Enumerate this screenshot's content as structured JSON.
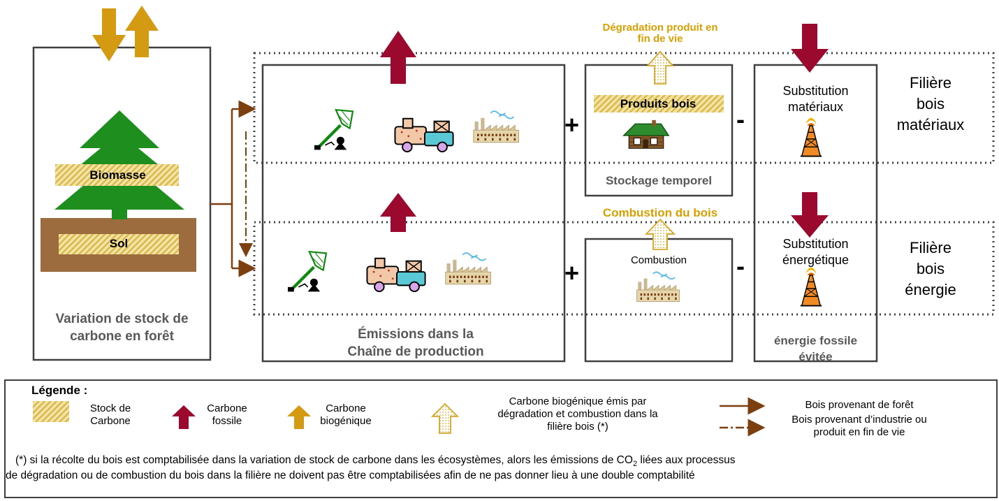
{
  "forest": {
    "biomasse": "Biomasse",
    "sol": "Sol",
    "caption": "Variation de stock de\ncarbone en forêt"
  },
  "production": {
    "caption": "Émissions  dans la\nChaîne de production"
  },
  "storage": {
    "top_label": "Dégradation produit en\nfin de vie",
    "produits": "Produits bois",
    "caption": "Stockage temporel",
    "combustion_label": "Combustion du bois",
    "combustion_box": "Combustion"
  },
  "substitution": {
    "materiaux": "Substitution\nmatériaux",
    "energetique": "Substitution\nénergétique",
    "caption": "énergie fossile\névitée"
  },
  "operators": {
    "plus": "+",
    "minus": "-"
  },
  "filieres": {
    "materiaux": "Filière\nbois\nmatériaux",
    "energie": "Filière\nbois\nénergie"
  },
  "legend": {
    "title": "Légende :",
    "stock": "Stock de\nCarbone",
    "fossile": "Carbone\nfossile",
    "biogenique": "Carbone\nbiogénique",
    "biogenique_emis": "Carbone biogénique émis  par\ndégradation et combustion dans la\nfilière bois (*)",
    "bois_foret": "Bois provenant de forêt",
    "bois_industrie": "Bois provenant d’industrie ou\nproduit en fin de vie",
    "note_line1_before": "(*) si la récolte du bois est comptabilisée dans la variation  de stock de carbone dans les écosystèmes, alors les émissions de CO",
    "note_subscript": "2",
    "note_line1_after": " liées aux processus",
    "note_line2": "de dégradation ou de combustion du bois dans la filière ne doivent pas être comptabilisées afin de ne pas donner lieu à une double comptabilité"
  },
  "colors": {
    "fossil": "#9B0A2E",
    "biogenic": "#D49A12",
    "tree": "#1E8F1E",
    "soil": "#9C6B3E",
    "hatch": "#E8CF6E",
    "flow": "#7B3F10",
    "caption": "#595959"
  }
}
